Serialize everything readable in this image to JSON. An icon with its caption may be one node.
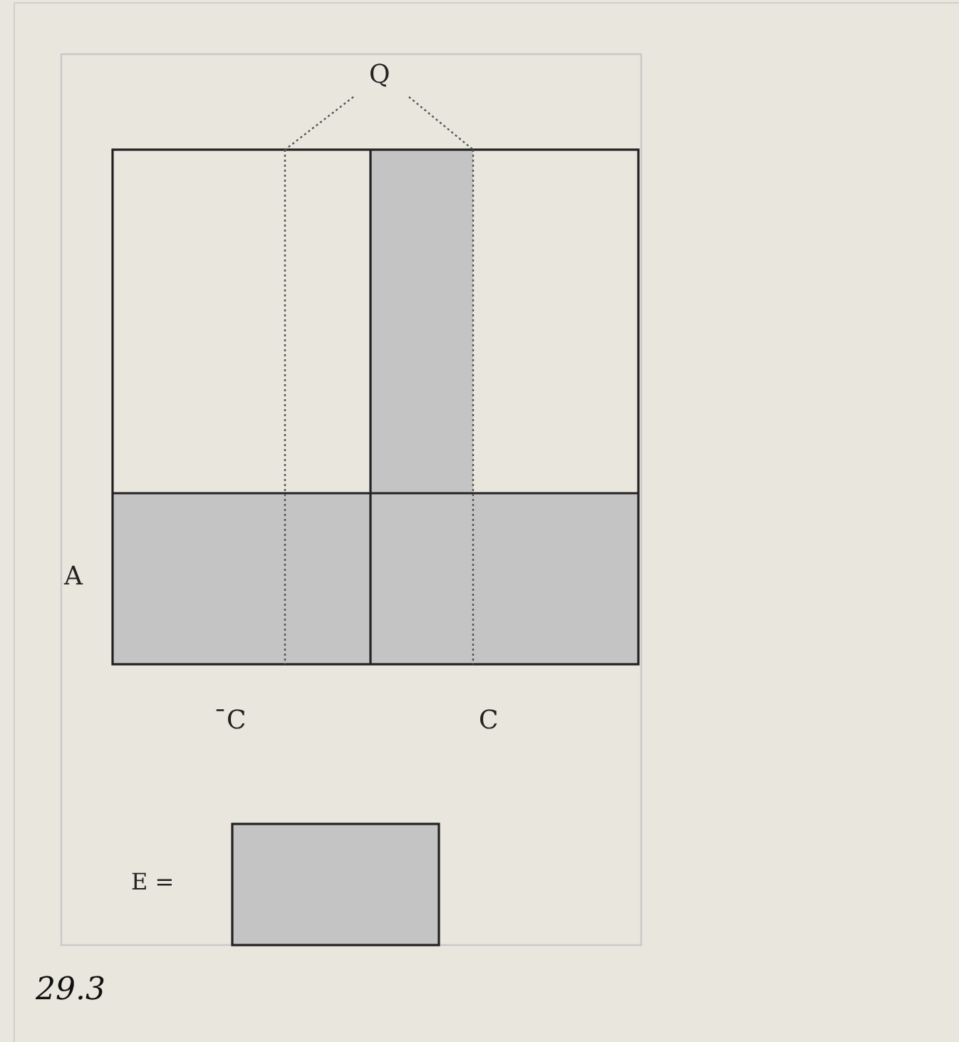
{
  "diagram": {
    "caption": "29.3",
    "nodes": [
      {
        "text": [
          "Q"
        ]
      },
      {
        "text": [],
        "shape": "box"
      },
      {
        "text": [],
        "shape": "box"
      }
    ],
    "edges": [
      {
        "from": 0,
        "to": 1,
        "arrow": "none",
        "style": "dashed"
      },
      {
        "from": 0,
        "to": 1,
        "arrow": "none",
        "style": "dashed"
      }
    ],
    "labels": [
      "A",
      "¯C",
      "C",
      "E ="
    ]
  }
}
